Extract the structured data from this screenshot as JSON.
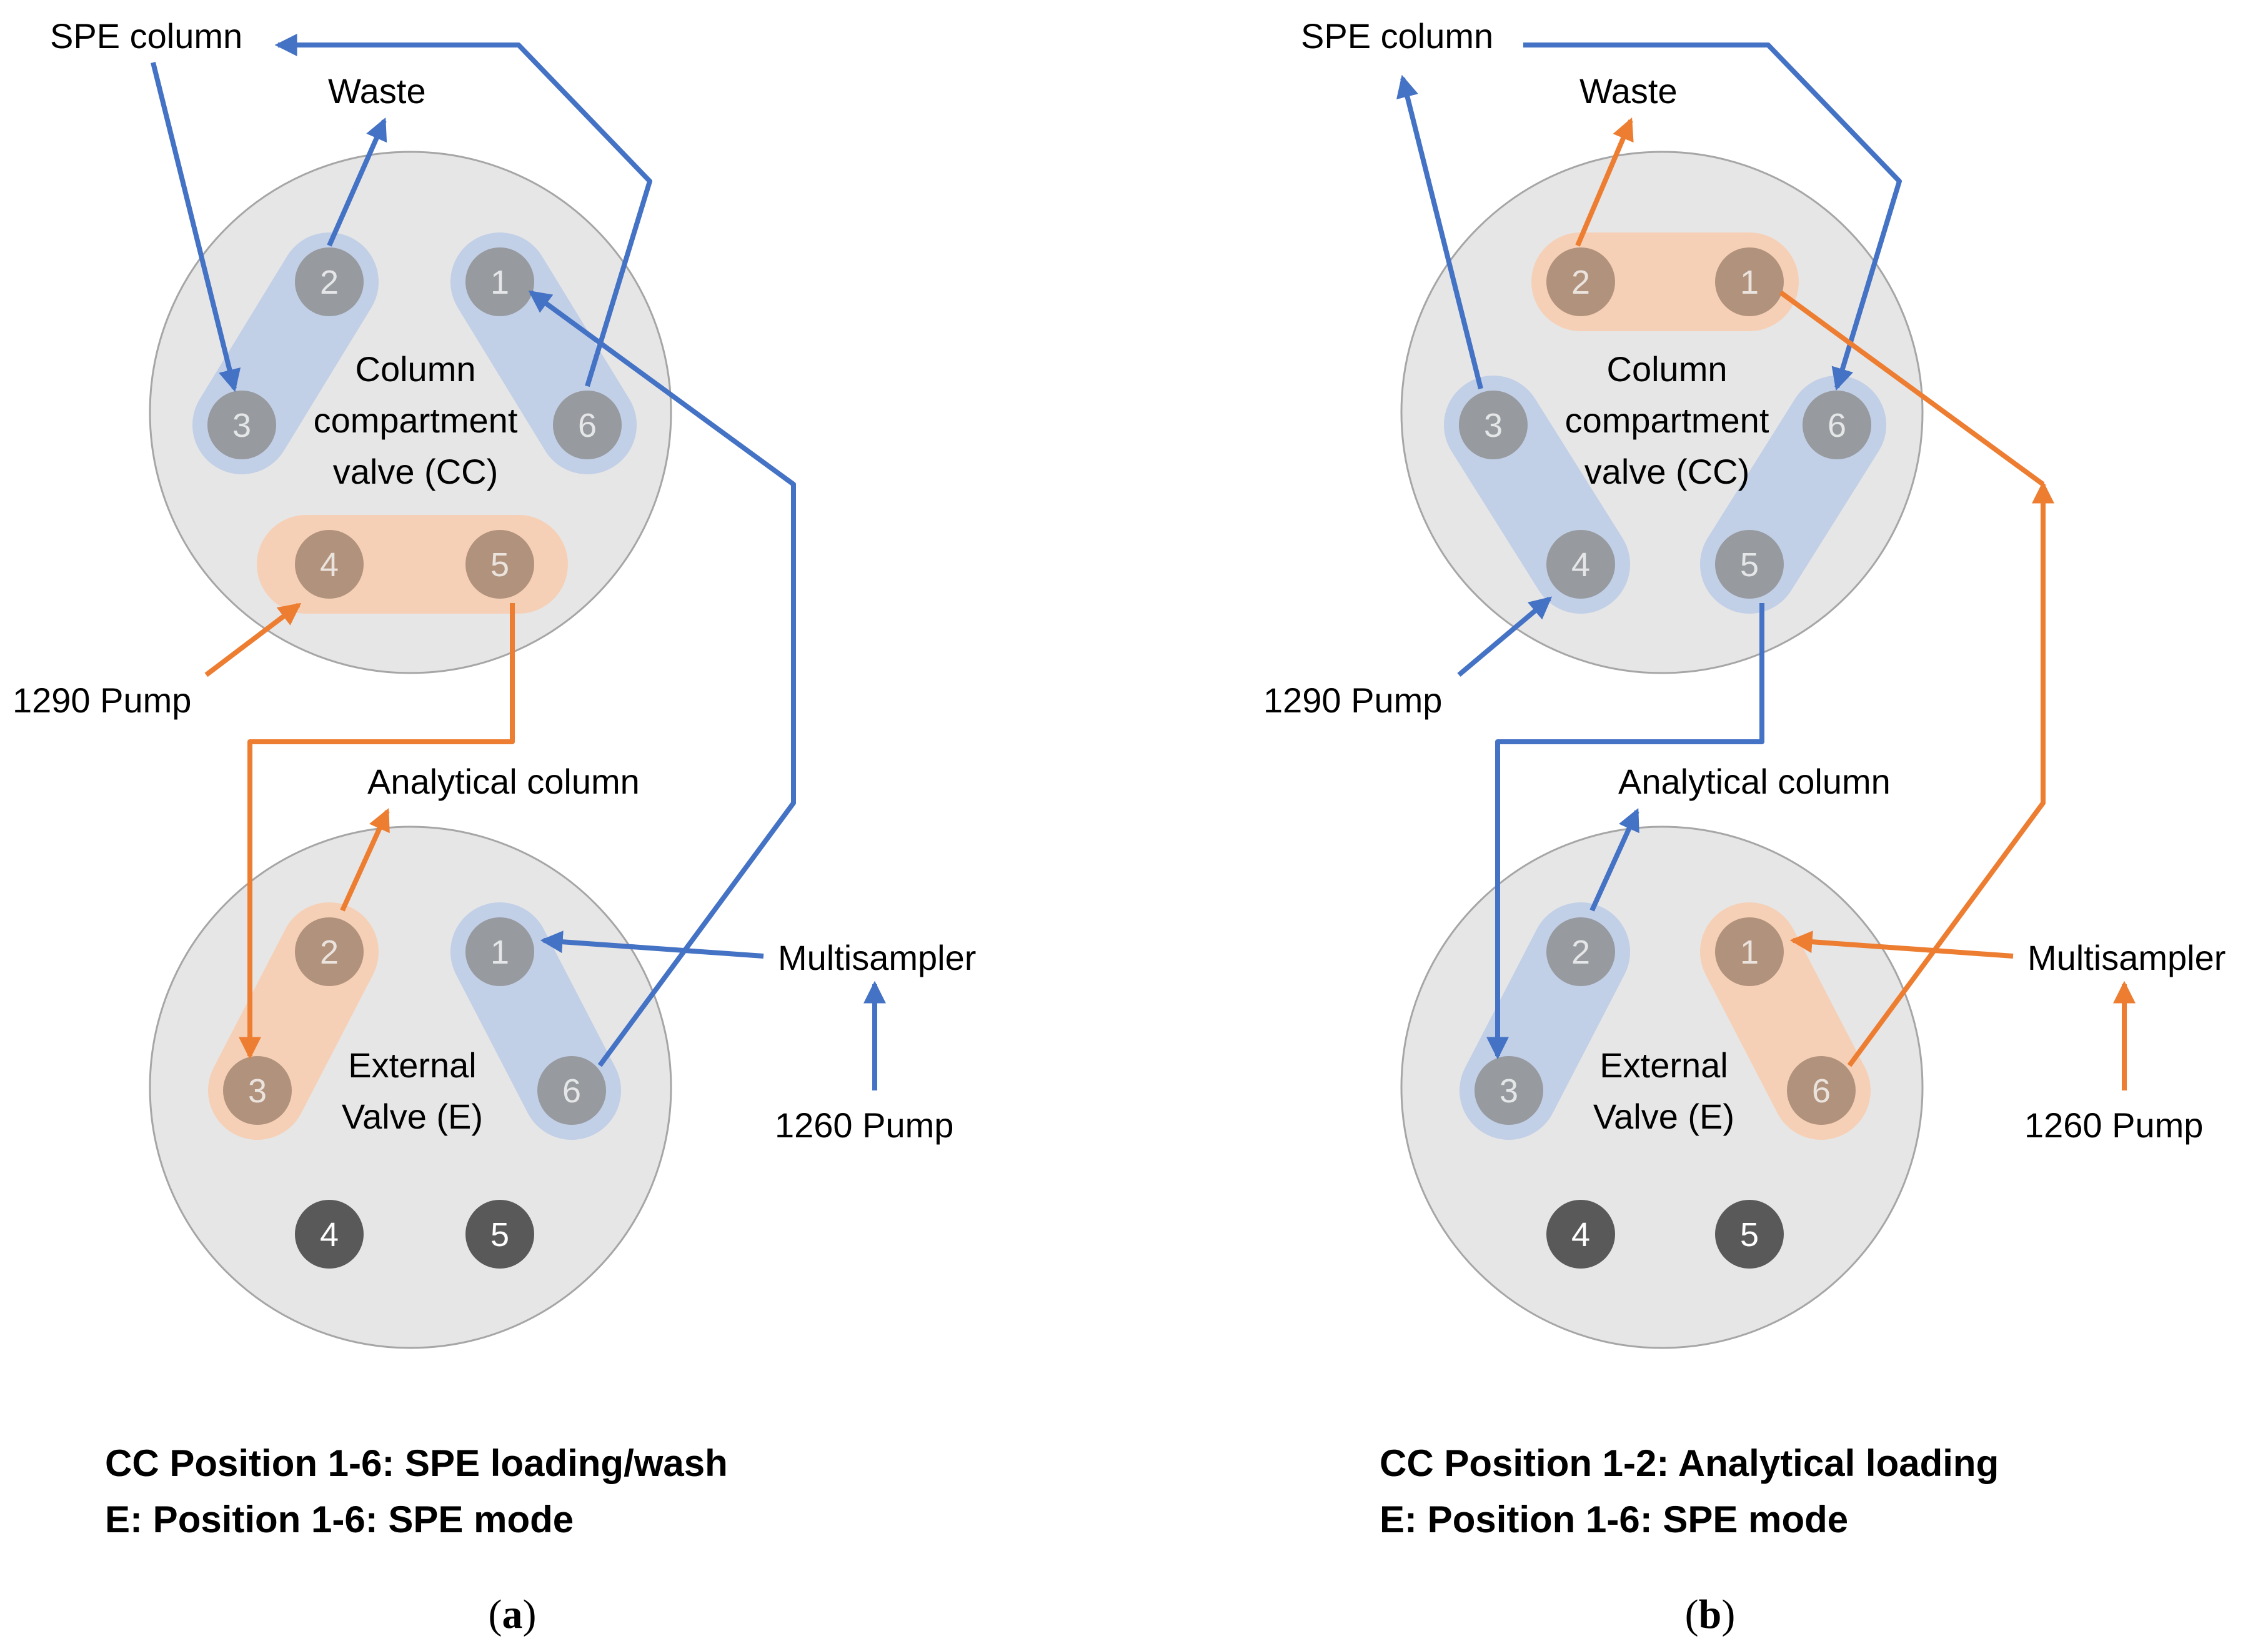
{
  "colors": {
    "flow_blue": "#4472c4",
    "flow_orange": "#ed7d31",
    "valve_fill": "#e6e6e6",
    "valve_stroke": "#a6a6a6",
    "port_fill": "#8c8c8c",
    "port_dark": "#595959",
    "band_blue": "#b4c7e7",
    "band_orange": "#f8cbad"
  },
  "panel_a": {
    "tag_open": "(",
    "tag_letter": "a",
    "tag_close": ")",
    "labels": {
      "spe_column": "SPE column",
      "waste": "Waste",
      "pump_1290": "1290 Pump",
      "analytical_column": "Analytical column",
      "multisampler": "Multisampler",
      "pump_1260": "1260 Pump"
    },
    "cc_valve": {
      "label_lines": [
        "Column",
        "compartment",
        "valve (CC)"
      ],
      "ports": [
        "1",
        "2",
        "3",
        "4",
        "5",
        "6"
      ]
    },
    "ext_valve": {
      "label_lines": [
        "External",
        "Valve (E)"
      ],
      "ports": [
        "1",
        "2",
        "3",
        "4",
        "5",
        "6"
      ]
    },
    "caption_lines": [
      "CC Position 1-6: SPE loading/wash",
      "E: Position 1-6: SPE mode"
    ]
  },
  "panel_b": {
    "tag_open": "(",
    "tag_letter": "b",
    "tag_close": ")",
    "labels": {
      "spe_column": "SPE column",
      "waste": "Waste",
      "pump_1290": "1290 Pump",
      "analytical_column": "Analytical column",
      "multisampler": "Multisampler",
      "pump_1260": "1260 Pump"
    },
    "cc_valve": {
      "label_lines": [
        "Column",
        "compartment",
        "valve (CC)"
      ],
      "ports": [
        "1",
        "2",
        "3",
        "4",
        "5",
        "6"
      ]
    },
    "ext_valve": {
      "label_lines": [
        "External",
        "Valve (E)"
      ],
      "ports": [
        "1",
        "2",
        "3",
        "4",
        "5",
        "6"
      ]
    },
    "caption_lines": [
      "CC Position 1-2: Analytical loading",
      "E: Position 1-6: SPE mode"
    ]
  }
}
